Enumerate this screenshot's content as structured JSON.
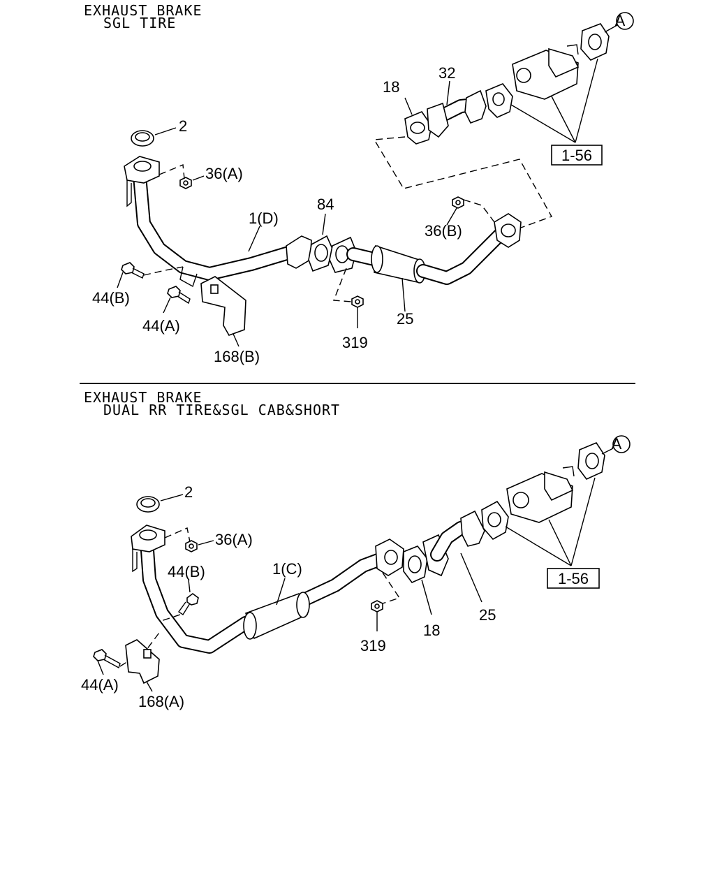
{
  "section_top": {
    "title_line1": "EXHAUST BRAKE",
    "title_line2": "SGL TIRE",
    "labels": {
      "p2": "2",
      "p36a": "36(A)",
      "p1d": "1(D)",
      "p84": "84",
      "p18": "18",
      "p32": "32",
      "p36b": "36(B)",
      "p44b": "44(B)",
      "p44a": "44(A)",
      "p168b": "168(B)",
      "p319": "319",
      "p25": "25",
      "ref": "1-56",
      "circle": "A"
    }
  },
  "section_bottom": {
    "title_line1": "EXHAUST BRAKE",
    "title_line2": "DUAL RR TIRE&SGL CAB&SHORT",
    "labels": {
      "p2": "2",
      "p36a": "36(A)",
      "p44b": "44(B)",
      "p1c": "1(C)",
      "p319": "319",
      "p18": "18",
      "p25": "25",
      "p44a": "44(A)",
      "p168a": "168(A)",
      "ref": "1-56",
      "circle": "A"
    }
  }
}
